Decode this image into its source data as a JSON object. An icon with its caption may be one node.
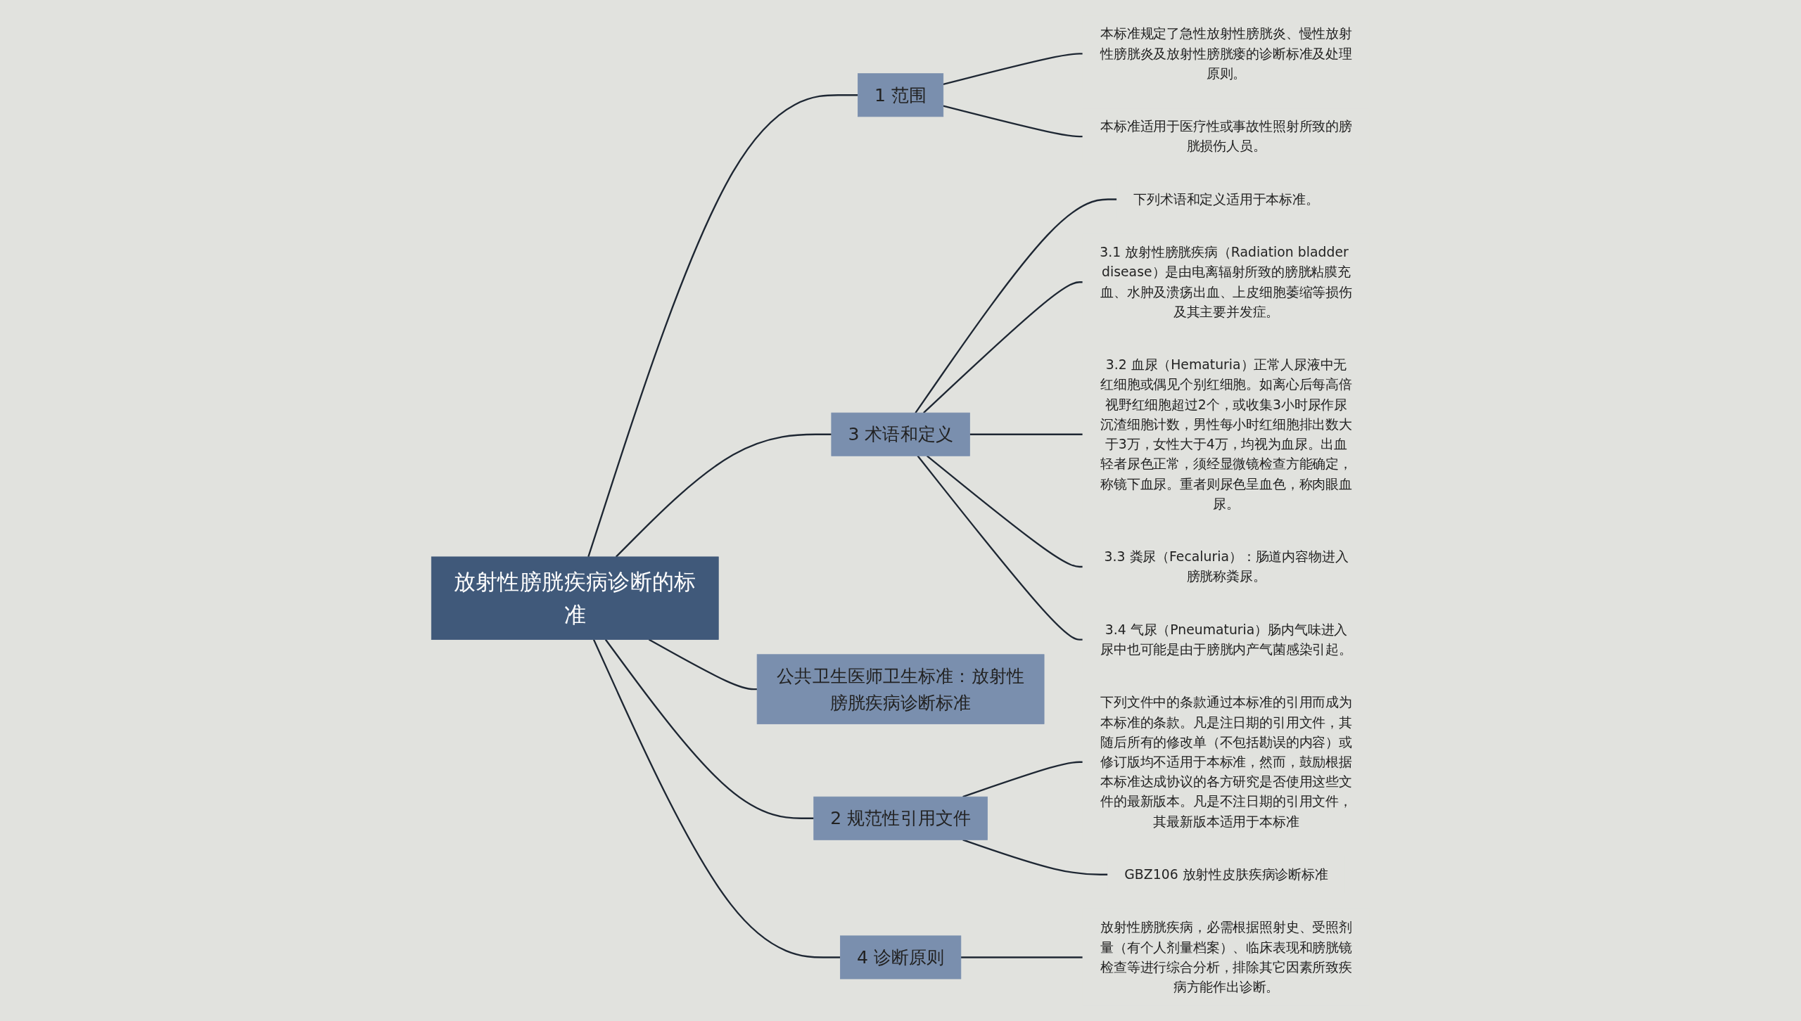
{
  "diagram": {
    "nodes": [
      {
        "text": [
          "放射性膀胱疾病诊断的标准"
        ]
      },
      {
        "text": [
          "1 范围"
        ]
      },
      {
        "text": [
          "本标准规定了急性放射性膀胱炎、慢性放射性膀胱炎及放射性膀胱瘘的诊断标准及处理原则。"
        ]
      },
      {
        "text": [
          "本标准适用于医疗性或事故性照射所致的膀胱损伤人员。"
        ]
      },
      {
        "text": [
          "3 术语和定义"
        ]
      },
      {
        "text": [
          "下列术语和定义适用于本标准。"
        ]
      },
      {
        "text": [
          "3.1 放射性膀胱疾病（Radiation bladder disease）是由电离辐射所致的膀胱粘膜充血、水肿及溃疡出血、上皮细胞萎缩等损伤及其主要并发症。"
        ]
      },
      {
        "text": [
          "3.2 血尿（Hematuria）正常人尿液中无红细胞或偶见个别红细胞。如离心后每高倍视野红细胞超过2个，或收集3小时尿作尿沉渣细胞计数，男性每小时红细胞排出数大于3万，女性大于4万，均视为血尿。出血轻者尿色正常，须经显微镜检查方能确定，称镜下血尿。重者则尿色呈血色，称肉眼血尿。"
        ]
      },
      {
        "text": [
          "3.3 粪尿（Fecaluria）：肠道内容物进入膀胱称粪尿。"
        ]
      },
      {
        "text": [
          "3.4 气尿（Pneumaturia）肠内气味进入尿中也可能是由于膀胱内产气菌感染引起。"
        ]
      },
      {
        "text": [
          "公共卫生医师卫生标准：放射性膀胱疾病诊断标准"
        ]
      },
      {
        "text": [
          "2 规范性引用文件"
        ]
      },
      {
        "text": [
          "下列文件中的条款通过本标准的引用而成为本标准的条款。凡是注日期的引用文件，其随后所有的修改单（不包括勘误的内容）或修订版均不适用于本标准，然而，鼓励根据本标准达成协议的各方研究是否使用这些文件的最新版本。凡是不注日期的引用文件，其最新版本适用于本标准"
        ]
      },
      {
        "text": [
          "GBZ106 放射性皮肤疾病诊断标准"
        ]
      },
      {
        "text": [
          "4 诊断原则"
        ]
      },
      {
        "text": [
          "放射性膀胱疾病，必需根据照射史、受照剂量（有个人剂量档案）、临床表现和膀胱镜检查等进行综合分析，排除其它因素所致疾病方能作出诊断。"
        ]
      }
    ],
    "edges": [
      {
        "from": 0,
        "to": 1,
        "arrow": "none"
      },
      {
        "from": 1,
        "to": 2,
        "arrow": "none"
      },
      {
        "from": 1,
        "to": 3,
        "arrow": "none"
      },
      {
        "from": 0,
        "to": 4,
        "arrow": "none"
      },
      {
        "from": 4,
        "to": 5,
        "arrow": "none"
      },
      {
        "from": 4,
        "to": 6,
        "arrow": "none"
      },
      {
        "from": 4,
        "to": 7,
        "arrow": "none"
      },
      {
        "from": 4,
        "to": 8,
        "arrow": "none"
      },
      {
        "from": 4,
        "to": 9,
        "arrow": "none"
      },
      {
        "from": 0,
        "to": 10,
        "arrow": "none"
      },
      {
        "from": 0,
        "to": 11,
        "arrow": "none"
      },
      {
        "from": 11,
        "to": 12,
        "arrow": "none"
      },
      {
        "from": 11,
        "to": 13,
        "arrow": "none"
      },
      {
        "from": 0,
        "to": 14,
        "arrow": "none"
      },
      {
        "from": 14,
        "to": 15,
        "arrow": "none"
      }
    ]
  }
}
